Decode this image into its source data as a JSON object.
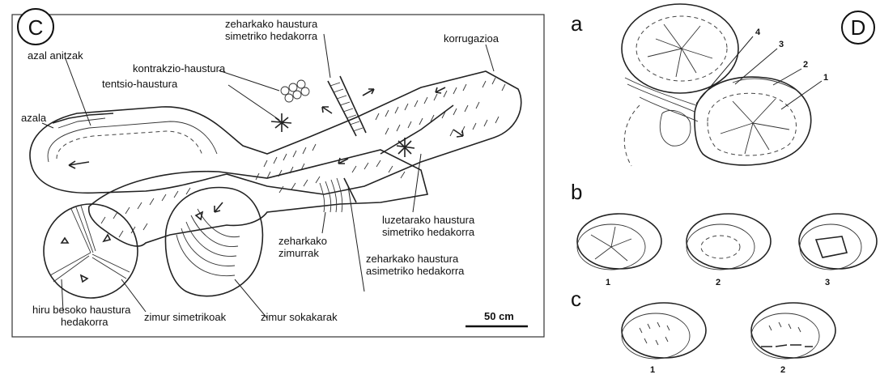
{
  "panel_c": {
    "letter": "C",
    "labels": {
      "azal_anitzak": "azal anitzak",
      "azala": "azala",
      "tentsio": "tentsio-haustura",
      "kontrakzio": "kontrakzio-haustura",
      "zeharkako_sim_1": "zeharkako haustura",
      "zeharkako_sim_2": "simetriko hedakorra",
      "korrugazioa": "korrugazioa",
      "luzetarako_1": "luzetarako haustura",
      "luzetarako_2": "simetriko hedakorra",
      "zeharkako_zim_1": "zeharkako",
      "zeharkako_zim_2": "zimurrak",
      "zeharkako_asim_1": "zeharkako haustura",
      "zeharkako_asim_2": "asimetriko hedakorra",
      "hiru_besoko_1": "hiru besoko haustura",
      "hiru_besoko_2": "hedakorra",
      "zimur_simetrikoak": "zimur simetrikoak",
      "zimur_sokakarak": "zimur sokakarak"
    },
    "scale_bar": "50 cm"
  },
  "panel_d": {
    "letter": "D",
    "row_a": "a",
    "row_b": "b",
    "row_c": "c",
    "a_callouts": [
      "4",
      "3",
      "2",
      "1"
    ],
    "b_numbers": [
      "1",
      "2",
      "3"
    ],
    "c_numbers": [
      "1",
      "2"
    ]
  }
}
